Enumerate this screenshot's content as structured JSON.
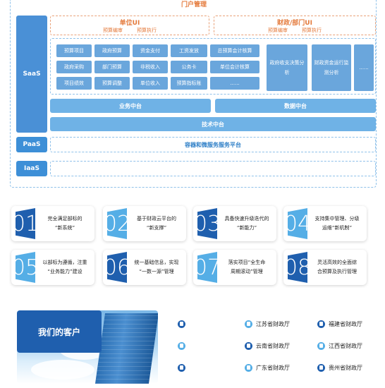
{
  "architecture": {
    "portal_title": "门户管理",
    "layers": {
      "saas": "SaaS",
      "paas": "PaaS",
      "iaas": "IaaS"
    },
    "unit_ui": {
      "title": "单位UI",
      "items": [
        "预算编审",
        "预算执行"
      ]
    },
    "finance_ui": {
      "title": "财政/部门UI",
      "items": [
        "预算编审",
        "预算执行"
      ]
    },
    "modules": [
      [
        "预算项目",
        "政府预算",
        "资金支付",
        "工资发放",
        "总预算会计核算"
      ],
      [
        "政府采购",
        "部门预算",
        "非税收入",
        "公务卡",
        "单位会计核算"
      ],
      [
        "项目绩效",
        "预算调整",
        "单位收入",
        "预算指标账",
        "......"
      ]
    ],
    "side_modules": [
      "政府收支决策分析",
      "财政资金运行监测分析",
      "......"
    ],
    "business_center": "业务中台",
    "data_center": "数据中台",
    "tech_center": "技术中台",
    "paas_platform": "容器和微服务服务平台",
    "iaas_platform": ""
  },
  "features": [
    {
      "num": "01",
      "text": "完全满足部标的\n“新系统”",
      "style": "dark"
    },
    {
      "num": "02",
      "text": "基于财政云平台的\n“新支撑”",
      "style": "light"
    },
    {
      "num": "03",
      "text": "具备快速升级迭代的\n“新能力”",
      "style": "dark"
    },
    {
      "num": "04",
      "text": "支持集中管理、分级\n运维“新机制”",
      "style": "light"
    },
    {
      "num": "05",
      "text": "以部标为遵循，注重\n“业务能力”建设",
      "style": "light"
    },
    {
      "num": "06",
      "text": "统一基础信息，实现\n“一数一源”管理",
      "style": "dark"
    },
    {
      "num": "07",
      "text": "落实项目“全生命\n周期滚动”管理",
      "style": "light"
    },
    {
      "num": "08",
      "text": "灵活高效的全面综\n合预算及执行管理",
      "style": "dark"
    }
  ],
  "customers": {
    "title": "我们的客户",
    "clients": [
      {
        "name": "",
        "style": "dark"
      },
      {
        "name": "江苏省财政厅",
        "style": "light"
      },
      {
        "name": "福建省财政厅",
        "style": "dark"
      },
      {
        "name": "",
        "style": "light"
      },
      {
        "name": "云南省财政厅",
        "style": "dark"
      },
      {
        "name": "江西省财政厅",
        "style": "light"
      },
      {
        "name": "",
        "style": "dark"
      },
      {
        "name": "广东省财政厅",
        "style": "light"
      },
      {
        "name": "贵州省财政厅",
        "style": "dark"
      }
    ]
  }
}
